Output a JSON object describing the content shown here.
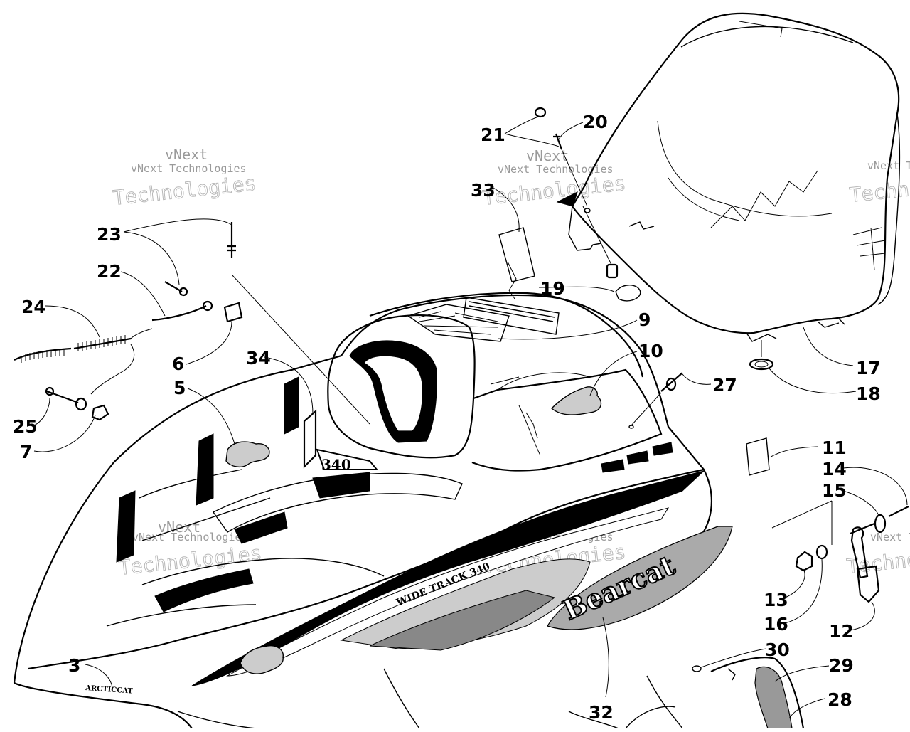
{
  "diagram": {
    "callouts": [
      {
        "id": "c3",
        "label": "3"
      },
      {
        "id": "c5",
        "label": "5"
      },
      {
        "id": "c6",
        "label": "6"
      },
      {
        "id": "c7",
        "label": "7"
      },
      {
        "id": "c9",
        "label": "9"
      },
      {
        "id": "c10",
        "label": "10"
      },
      {
        "id": "c11",
        "label": "11"
      },
      {
        "id": "c12",
        "label": "12"
      },
      {
        "id": "c13",
        "label": "13"
      },
      {
        "id": "c14",
        "label": "14"
      },
      {
        "id": "c15",
        "label": "15"
      },
      {
        "id": "c16",
        "label": "16"
      },
      {
        "id": "c17",
        "label": "17"
      },
      {
        "id": "c18",
        "label": "18"
      },
      {
        "id": "c19",
        "label": "19"
      },
      {
        "id": "c20",
        "label": "20"
      },
      {
        "id": "c21",
        "label": "21"
      },
      {
        "id": "c22",
        "label": "22"
      },
      {
        "id": "c23",
        "label": "23"
      },
      {
        "id": "c24",
        "label": "24"
      },
      {
        "id": "c25",
        "label": "25"
      },
      {
        "id": "c27",
        "label": "27"
      },
      {
        "id": "c28",
        "label": "28"
      },
      {
        "id": "c29",
        "label": "29"
      },
      {
        "id": "c30",
        "label": "30"
      },
      {
        "id": "c32",
        "label": "32"
      },
      {
        "id": "c33",
        "label": "33"
      },
      {
        "id": "c34",
        "label": "34"
      }
    ],
    "decals": {
      "model": "Bearcat",
      "number": "340",
      "brand": "ARCTICCAT",
      "stripe": "WIDE TRACK 340"
    },
    "watermark": {
      "line1": "vNext",
      "line2": "Technologies",
      "full": "vNext Technologies"
    }
  }
}
